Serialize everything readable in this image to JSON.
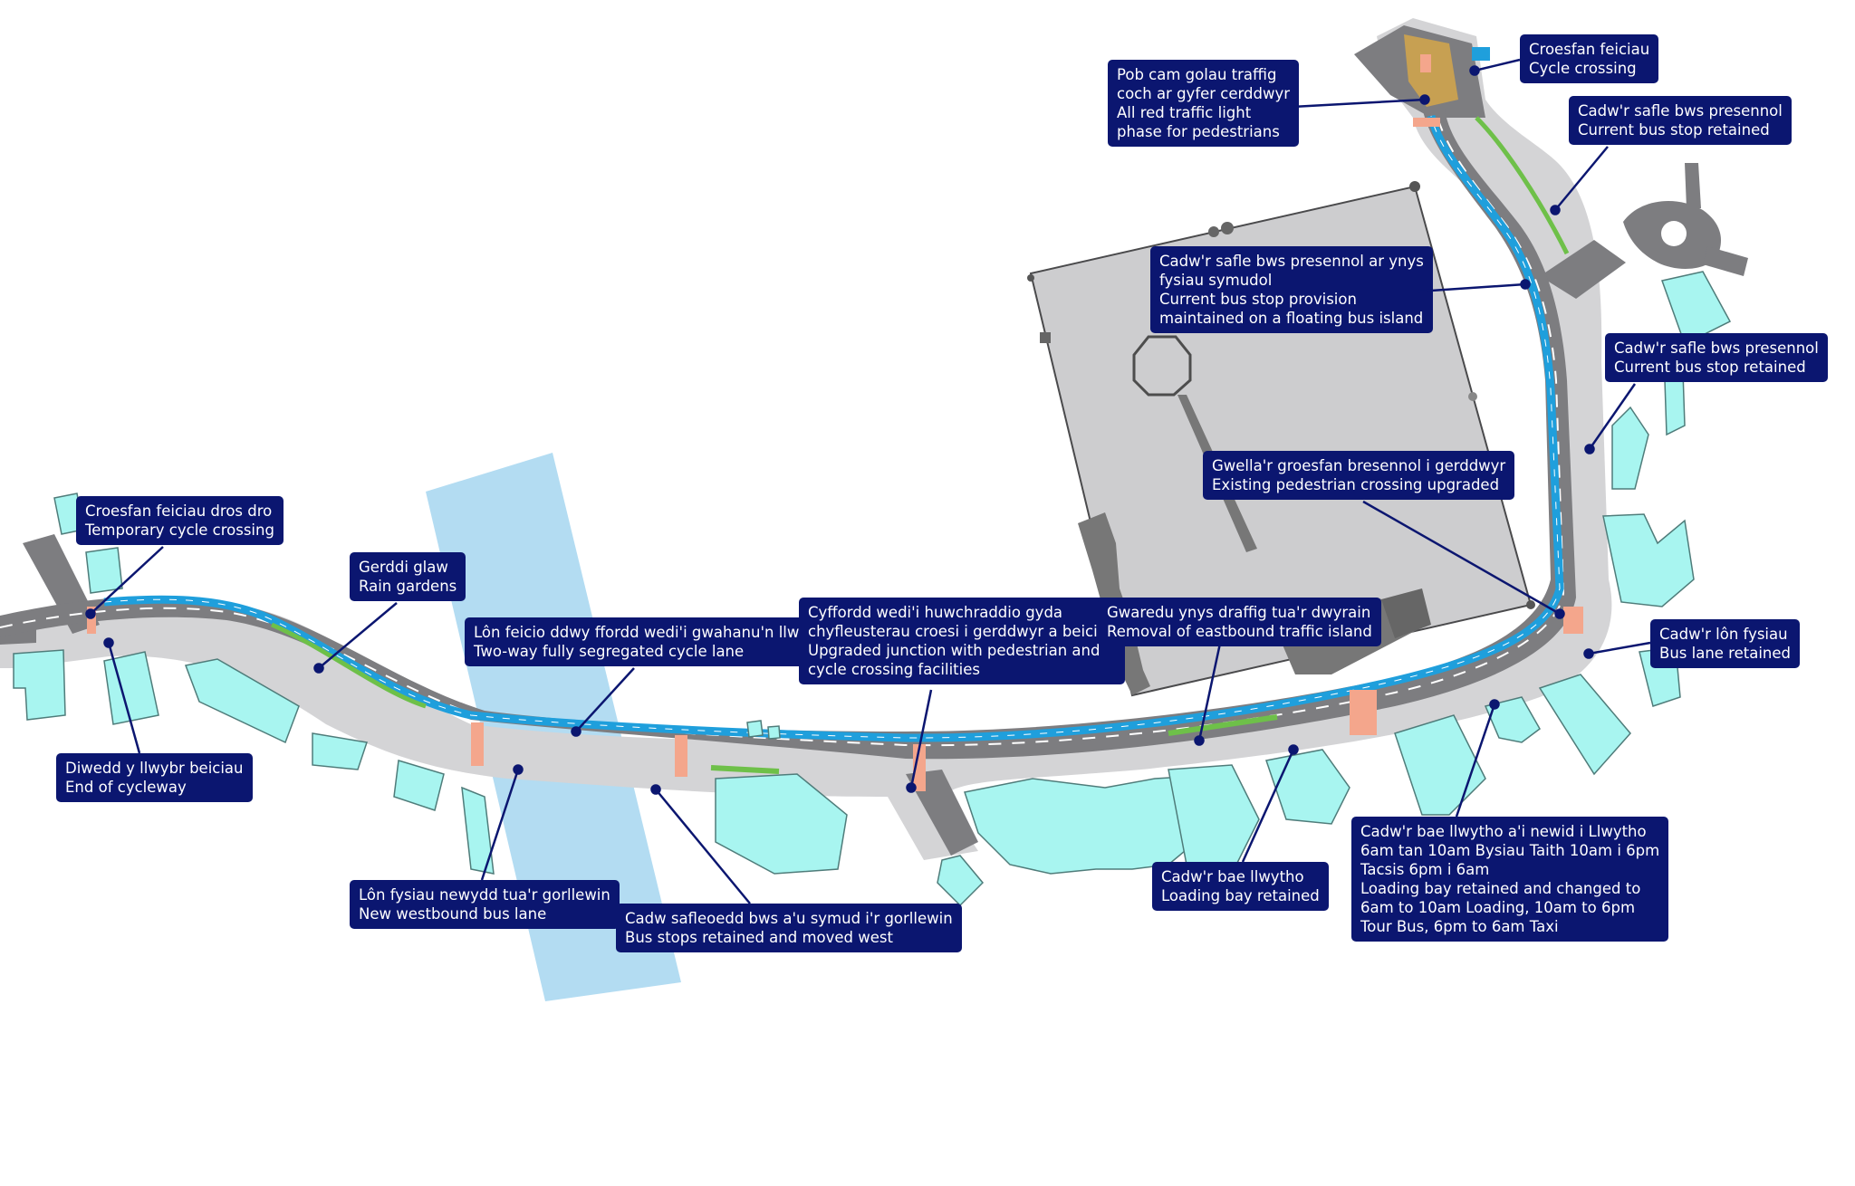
{
  "callouts": {
    "cycle_crossing_top": {
      "lines": [
        "Croesfan feiciau",
        "Cycle crossing"
      ]
    },
    "all_red_phase": {
      "lines": [
        "Pob cam golau traffig",
        "coch ar gyfer cerddwyr",
        "All red traffic light",
        "phase for pedestrians"
      ]
    },
    "bus_stop_retained_top": {
      "lines": [
        "Cadw'r safle bws presennol",
        "Current bus stop retained"
      ]
    },
    "floating_bus_island": {
      "lines": [
        "Cadw'r safle bws presennol ar ynys",
        "fysiau symudol",
        "Current bus stop provision",
        "maintained on a floating bus island"
      ]
    },
    "bus_stop_retained_right": {
      "lines": [
        "Cadw'r safle bws presennol",
        "Current bus stop retained"
      ]
    },
    "ped_crossing_upgraded": {
      "lines": [
        "Gwella'r groesfan bresennol i gerddwyr",
        "Existing pedestrian crossing upgraded"
      ]
    },
    "temporary_cycle_crossing": {
      "lines": [
        "Croesfan feiciau dros dro",
        "Temporary cycle crossing"
      ]
    },
    "rain_gardens": {
      "lines": [
        "Gerddi glaw",
        "Rain gardens"
      ]
    },
    "two_way_cycle_lane": {
      "lines": [
        "Lôn feicio ddwy ffordd wedi'i gwahanu'n llwyr",
        "Two-way fully segregated cycle lane"
      ]
    },
    "upgraded_junction": {
      "lines": [
        "Cyffordd wedi'i huwchraddio gyda",
        "chyfleusterau croesi i gerddwyr a beiciau",
        "Upgraded junction with pedestrian and",
        "cycle crossing facilities"
      ]
    },
    "traffic_island_removal": {
      "lines": [
        "Gwaredu ynys draffig tua'r dwyrain",
        "Removal of eastbound traffic island"
      ]
    },
    "bus_lane_retained": {
      "lines": [
        "Cadw'r lôn fysiau",
        "Bus lane retained"
      ]
    },
    "end_of_cycleway": {
      "lines": [
        "Diwedd y llwybr beiciau",
        "End of cycleway"
      ]
    },
    "westbound_bus_lane": {
      "lines": [
        "Lôn fysiau newydd tua'r gorllewin",
        "New westbound bus lane"
      ]
    },
    "bus_stops_moved_west": {
      "lines": [
        "Cadw safleoedd bws a'u symud i'r gorllewin",
        "Bus stops retained and moved west"
      ]
    },
    "loading_bay_retained": {
      "lines": [
        "Cadw'r bae llwytho",
        "Loading bay retained"
      ]
    },
    "loading_bay_changed": {
      "lines": [
        "Cadw'r bae llwytho a'i newid i Llwytho",
        "6am tan 10am Bysiau Taith 10am i 6pm",
        "Tacsis 6pm i 6am",
        "Loading bay retained and changed to",
        "6am to 10am Loading, 10am to 6pm",
        "Tour Bus, 6pm to 6am Taxi"
      ]
    }
  },
  "colors": {
    "callout_bg": "#0b1670",
    "road": "#7d7d80",
    "pavement": "#d4d4d6",
    "cycle_lane": "#1f9fdc",
    "rain_garden": "#6ec049",
    "building": "#a8f5f0",
    "castle": "#cdcdcf",
    "river": "#b3dcf2",
    "crossing": "#f4a68c"
  }
}
